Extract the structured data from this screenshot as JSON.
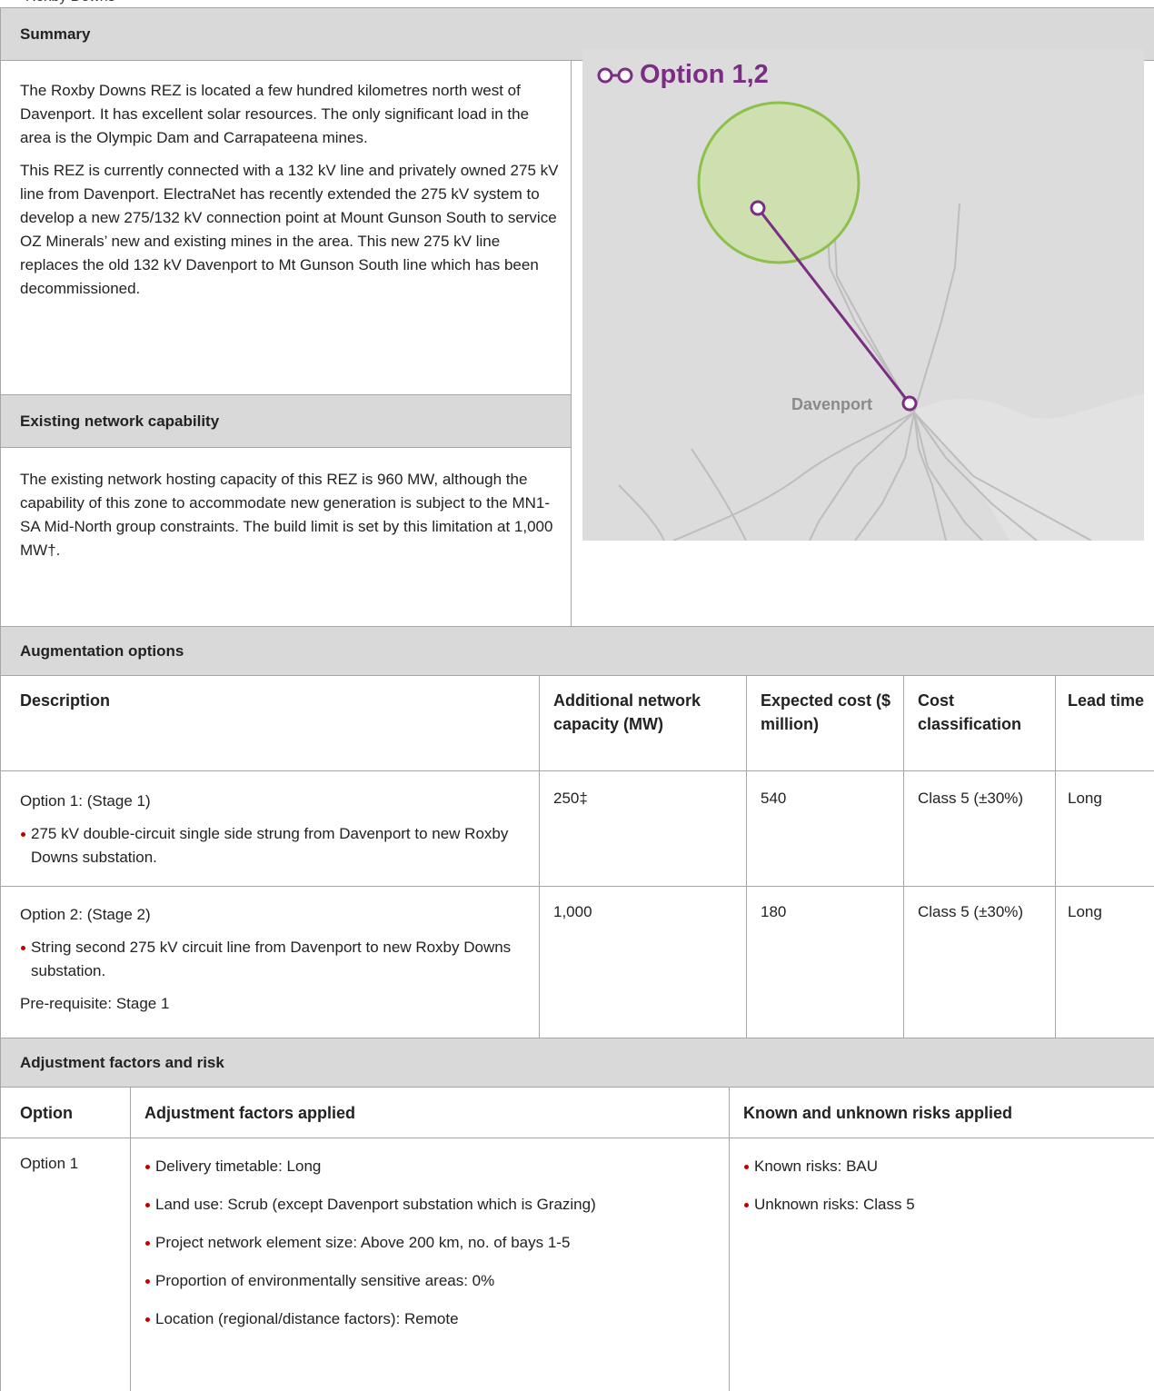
{
  "summary_section": {
    "heading": "Summary",
    "paragraphs": [
      "The Roxby Downs REZ is located a few hundred kilometres north west of Davenport. It has excellent solar resources. The only significant load in the area is the Olympic Dam and Carrapateena mines.",
      "This REZ is currently connected with a 132 kV line and privately owned 275 kV line from Davenport. ElectraNet has recently extended the 275 kV system to develop a new 275/132 kV connection point at Mount Gunson South to service OZ Minerals’ new and existing mines in the area. This new 275 kV line replaces the old 132 kV Davenport to Mt Gunson South line which has been decommissioned."
    ]
  },
  "capability_section": {
    "heading": "Existing network capability",
    "text": "The existing network hosting capacity of this REZ is 960 MW, although the capability of this zone to accommodate new generation is subject to the MN1-SA Mid-North group constraints. The build limit is set by this limitation at 1,000 MW†."
  },
  "map": {
    "title": "Option 1,2",
    "node_label": "Davenport",
    "colors": {
      "route": "#7b2d83",
      "zone_fill": "#cfe0b0",
      "zone_stroke": "#8cc04b",
      "background": "#dcdcdc"
    }
  },
  "augmentation": {
    "heading": "Augmentation options",
    "columns": [
      "Description",
      "Additional network capacity (MW)",
      "Expected cost ($ million)",
      "Cost classification",
      "Lead time"
    ],
    "rows": [
      {
        "title": "Option 1: (Stage 1)",
        "bullets": [
          "275 kV double-circuit single side strung from Davenport to new Roxby Downs substation."
        ],
        "note": "",
        "capacity": "250‡",
        "cost": "540",
        "classification": "Class 5 (±30%)",
        "lead_time": "Long"
      },
      {
        "title": "Option 2: (Stage 2)",
        "bullets": [
          "String second 275 kV circuit line from Davenport to new Roxby Downs substation."
        ],
        "note": "Pre-requisite: Stage 1",
        "capacity": "1,000",
        "cost": "180",
        "classification": "Class 5 (±30%)",
        "lead_time": "Long"
      }
    ]
  },
  "adjustment": {
    "heading": "Adjustment factors and risk",
    "columns": [
      "Option",
      "Adjustment factors applied",
      "Known and unknown risks applied"
    ],
    "rows": [
      {
        "option": "Option 1",
        "factors": [
          "Delivery timetable: Long",
          "Land use: Scrub (except Davenport substation which is Grazing)",
          "Project network element size: Above 200 km, no. of bays 1-5",
          "Proportion of environmentally sensitive areas: 0%",
          "Location (regional/distance factors): Remote"
        ],
        "risks": [
          "Known risks: BAU",
          "Unknown risks: Class 5"
        ]
      }
    ]
  }
}
